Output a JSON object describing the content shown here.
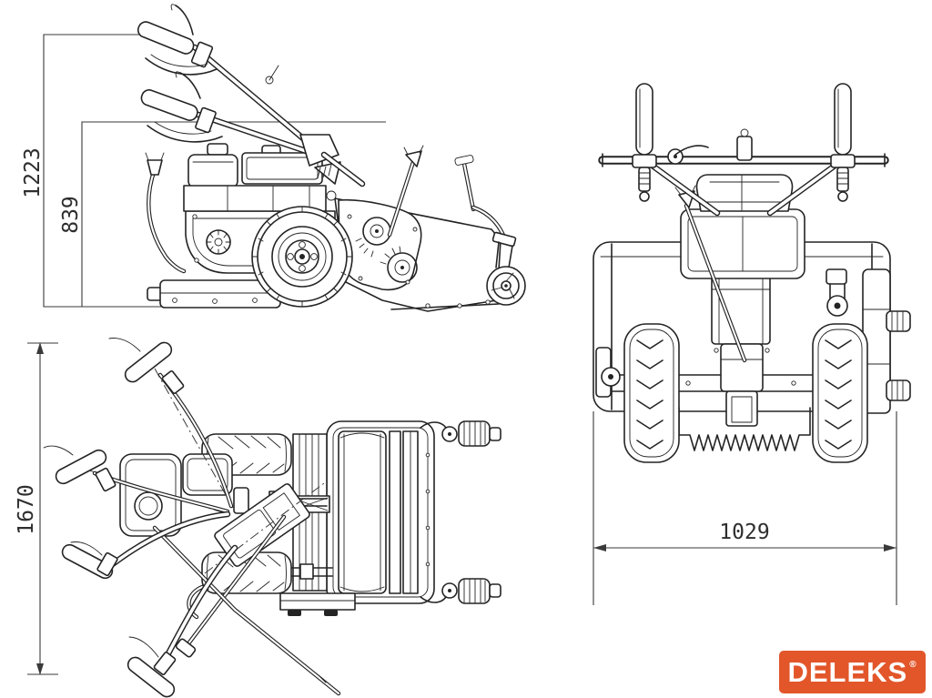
{
  "meta": {
    "background": "#ffffff",
    "line_color": "#242424"
  },
  "dims": {
    "overall_height": "1223",
    "handlebar_height": "839",
    "overall_length": "1670",
    "overall_width": "1029"
  },
  "logo": {
    "text": "DELEKS",
    "mark": "®",
    "background": "#E2562A",
    "color": "#FFFFFF"
  }
}
